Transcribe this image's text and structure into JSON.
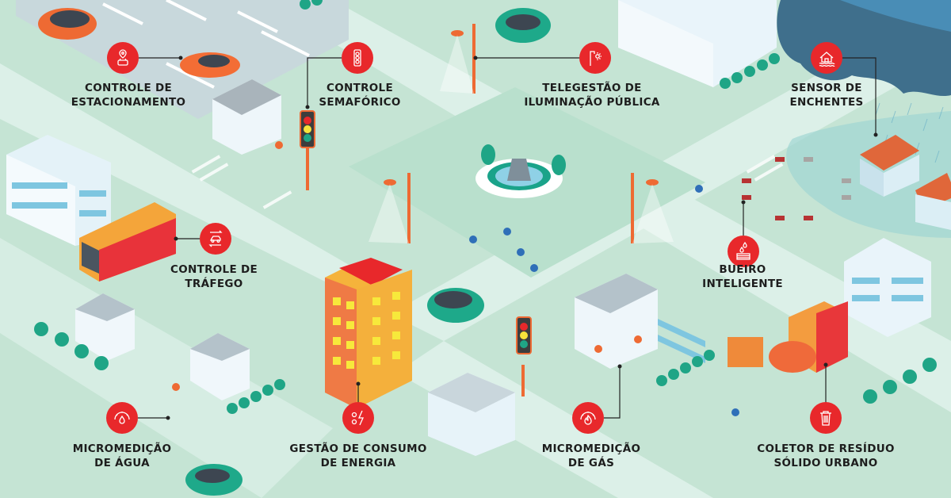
{
  "infographic": {
    "language": "pt-BR",
    "colors": {
      "background": "#c5e4d4",
      "road": "#dff1ea",
      "parking": "#c9d9dc",
      "badge": "#e8282b",
      "label_text": "#1d1d1d",
      "connector": "#222222",
      "cloud": "#3f6f8c"
    },
    "features": [
      {
        "id": "parking",
        "icon": "parking-pin-car-icon",
        "line1": "CONTROLE DE",
        "line2": "ESTACIONAMENTO"
      },
      {
        "id": "traffic-light",
        "icon": "traffic-light-icon",
        "line1": "CONTROLE",
        "line2": "SEMAFÓRICO"
      },
      {
        "id": "street-lighting",
        "icon": "street-lamp-icon",
        "line1": "TELEGESTÃO DE",
        "line2": "ILUMINAÇÃO PÚBLICA"
      },
      {
        "id": "flood-sensor",
        "icon": "flooded-house-icon",
        "line1": "SENSOR DE",
        "line2": "ENCHENTES"
      },
      {
        "id": "traffic-control",
        "icon": "car-arrows-icon",
        "line1": "CONTROLE DE",
        "line2": "TRÁFEGO"
      },
      {
        "id": "smart-drain",
        "icon": "drain-drops-icon",
        "line1": "BUEIRO",
        "line2": "INTELIGENTE"
      },
      {
        "id": "water-metering",
        "icon": "water-gauge-icon",
        "line1": "MICROMEDIÇÃO",
        "line2": "DE ÁGUA"
      },
      {
        "id": "energy",
        "icon": "energy-gauge-icon",
        "line1": "GESTÃO DE CONSUMO",
        "line2": "DE ENERGIA"
      },
      {
        "id": "gas-metering",
        "icon": "gas-gauge-icon",
        "line1": "MICROMEDIÇÃO",
        "line2": "DE GÁS"
      },
      {
        "id": "waste",
        "icon": "trash-bin-icon",
        "line1": "COLETOR DE RESÍDUO",
        "line2": "SÓLIDO URBANO"
      }
    ]
  }
}
